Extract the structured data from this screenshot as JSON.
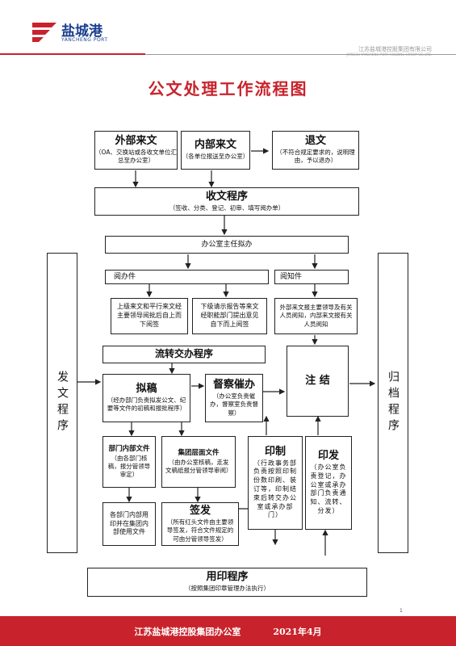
{
  "header": {
    "logo_cn": "盐城港",
    "logo_en": "YANCHENG PORT",
    "company_cn": "江苏盐城港控股集团有限公司",
    "company_en": "JIANGSU YANCHENG PORT HOLDING GROUP CO.,LTD."
  },
  "title": "公文处理工作流程图",
  "flow": {
    "external": {
      "title": "外部来文",
      "desc": "（OA、交换站或各收文单位汇总至办公室）"
    },
    "internal": {
      "title": "内部来文",
      "desc": "（各单位报送至办公室）"
    },
    "return": {
      "title": "退文",
      "desc": "（不符合规定要求的，说明理由，予以退办）"
    },
    "receive": {
      "title": "收文程序",
      "desc": "（签收、分类、登记、初审、填写阅办单）"
    },
    "director": "办公室主任拟办",
    "handle": "阅办件",
    "notice": "阅知件",
    "upper": "上级来文和平行来文经主要领导阅批后自上而下阅签",
    "lower": "下级请示报告等来文经职能部门提出意见自下而上阅签",
    "notice_desc": "外部来文报主要领导及有关人员阅知，内部来文报有关人员阅知",
    "circulate": "流转交办程序",
    "draft": {
      "title": "拟稿",
      "desc": "（经办部门负责拟发公文、纪要等文件的初稿和报批程序）"
    },
    "supervise": {
      "title": "督察催办",
      "desc": "（办公室负责催办，督察室负责督察）"
    },
    "conclude": "注 结",
    "dept_doc": {
      "title": "部门内部文件",
      "desc": "（由各部门核稿，报分管领导审定）"
    },
    "group_doc": {
      "title": "集团层面文件",
      "desc": "（由办公室核稿，走发文稿纸报分管领导审阅）"
    },
    "dept_use": "各部门内部用印并在集团内部使用文件",
    "sign": {
      "title": "签发",
      "desc": "（所有红头文件由主要领导签发，符合文件规定的可由分管领导签发）"
    },
    "print": {
      "title": "印制",
      "desc": "（行政事务部负责按照印制份数印刷、装订等，印制结束后转交办公室或承办部门）"
    },
    "distribute": {
      "title": "印发",
      "desc": "（办公室负责登记，办公室或承办部门负责通知、流转、分发）"
    },
    "seal": {
      "title": "用印程序",
      "desc": "（按照集团印章管理办法执行）"
    },
    "side_left": "发文程序",
    "side_right": "归档程序"
  },
  "footer": {
    "org": "江苏盐城港控股集团办公室",
    "date": "2021年4月",
    "page": "1"
  },
  "colors": {
    "brand_red": "#c8232c",
    "brand_blue": "#1b3f8f",
    "footer_bg": "#c8232c"
  }
}
